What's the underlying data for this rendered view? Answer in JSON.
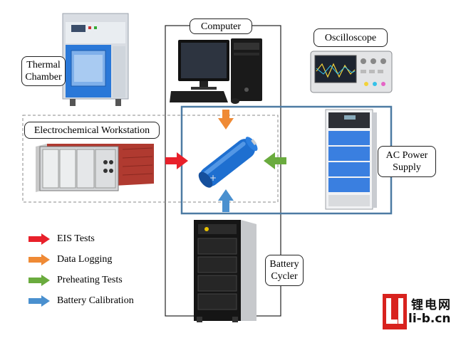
{
  "labels": {
    "computer": "Computer",
    "oscilloscope": "Oscilloscope",
    "thermal_chamber": [
      "Thermal",
      "Chamber"
    ],
    "electrochemical_workstation": "Electrochemical Workstation",
    "ac_power_supply": [
      "AC Power",
      "Supply"
    ],
    "battery_cycler": [
      "Battery",
      "Cycler"
    ]
  },
  "legend": [
    {
      "label": "EIS Tests",
      "color": "#e8202a"
    },
    {
      "label": "Data Logging",
      "color": "#ef8a35"
    },
    {
      "label": "Preheating Tests",
      "color": "#6aab3e"
    },
    {
      "label": "Battery Calibration",
      "color": "#4a90cf"
    }
  ],
  "colors": {
    "frame_blue": "#4d7ba3",
    "battery_blue": "#1e6fd0",
    "logo_red": "#d8221e"
  },
  "watermark": {
    "chinese": "锂电网",
    "url": "li-b.cn"
  }
}
